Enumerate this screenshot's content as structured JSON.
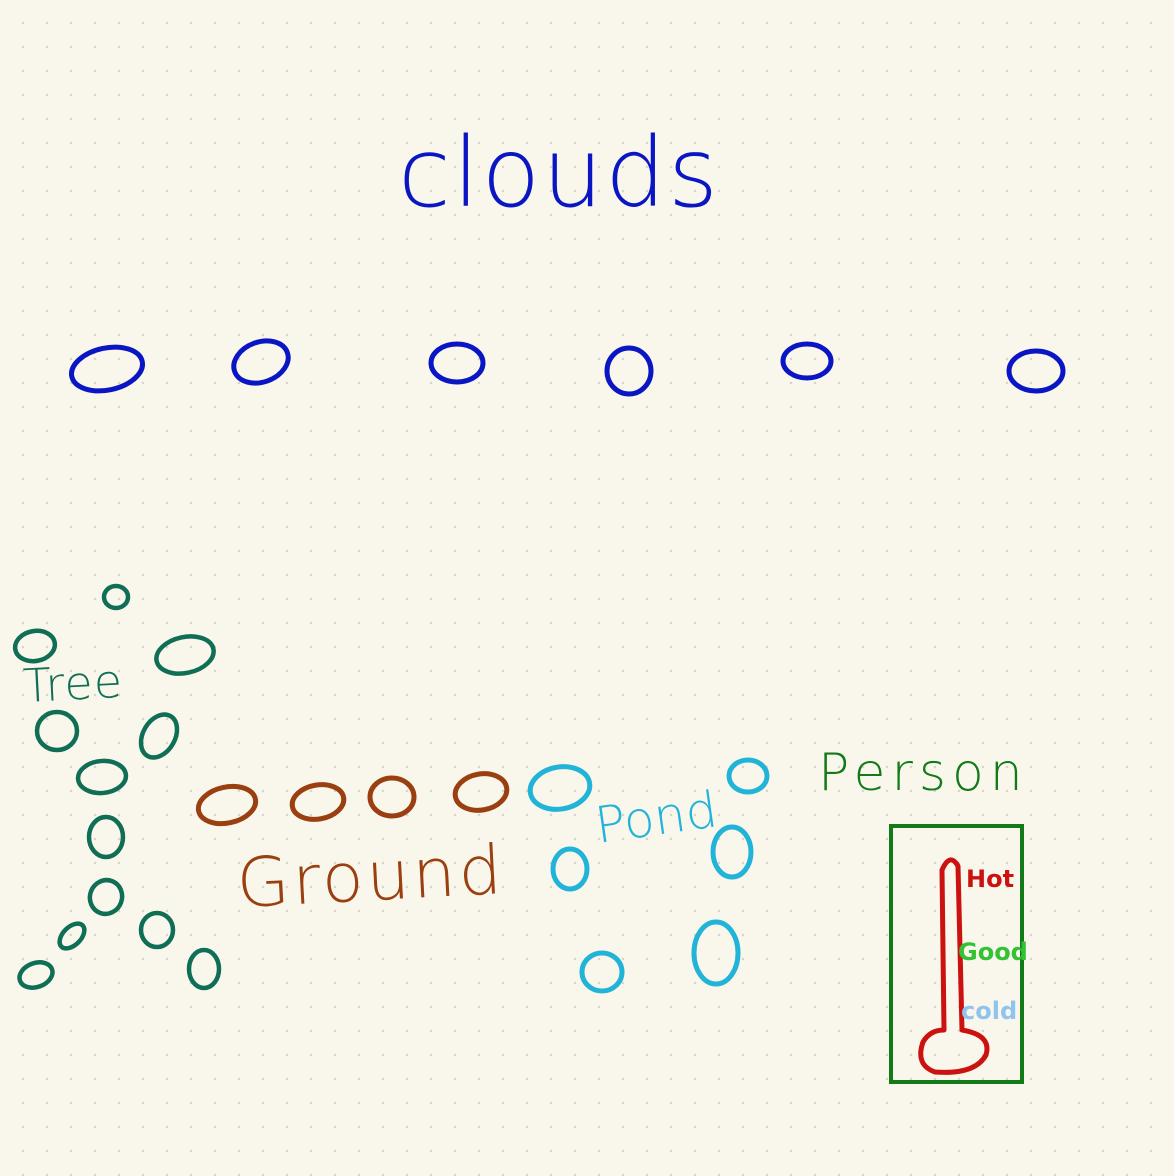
{
  "labels": {
    "clouds": "clouds",
    "tree": "Tree",
    "ground": "Ground",
    "pond": "Pond",
    "person": "Person",
    "hot": "Hot",
    "good": "Good",
    "cold": "cold"
  },
  "colors": {
    "clouds": "#0a16c4",
    "tree": "#0f6e55",
    "ground": "#9a3f0f",
    "pond": "#22b3d8",
    "person": "#137a1a",
    "thermometer": "#cc1111",
    "hot": "#cc1111",
    "good": "#33c233",
    "cold": "#8ec4ee",
    "background": "#f9f7ec"
  }
}
